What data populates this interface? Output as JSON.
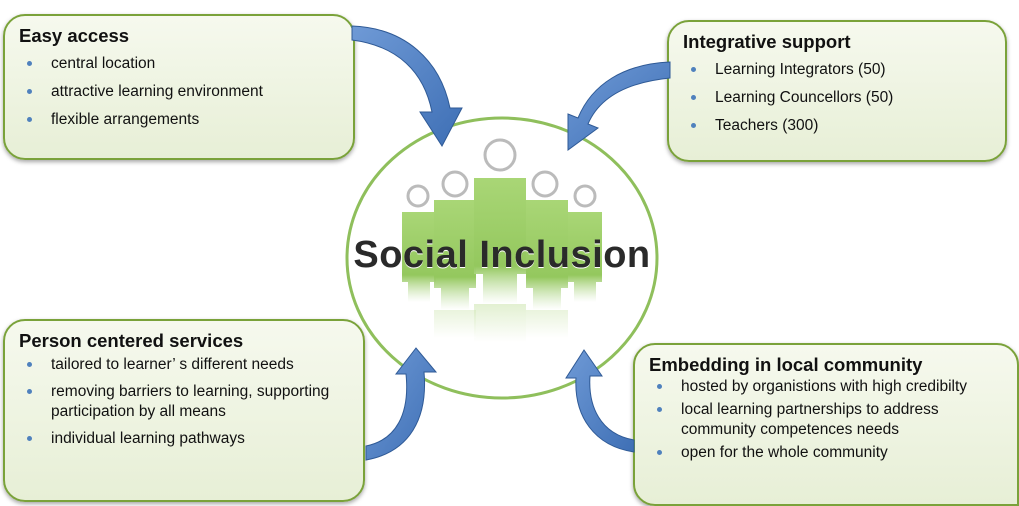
{
  "center": {
    "label": "Social Inclusion"
  },
  "boxes": {
    "easy_access": {
      "title": "Easy access",
      "items": [
        "central location",
        "attractive learning environment",
        "flexible arrangements"
      ]
    },
    "integrative_support": {
      "title": "Integrative support",
      "items": [
        "Learning Integrators (50)",
        "Learning Councellors (50)",
        "Teachers (300)"
      ]
    },
    "person_centered": {
      "title": "Person centered services",
      "items": [
        "tailored to learner’ s different needs",
        "removing barriers to learning, supporting participation by all means",
        "individual learning pathways"
      ]
    },
    "embedding": {
      "title": "Embedding in local community",
      "items": [
        "hosted by organistions with high credibilty",
        "local learning partnerships to address community competences needs",
        "open for the whole community"
      ]
    }
  },
  "colors": {
    "box_border": "#7aa23a",
    "box_fill": "#e7efd6",
    "bullet": "#4f81bd",
    "arrow": "#4f7fc0",
    "circle_border": "#8fbf5c",
    "people": "#9ccc6b"
  }
}
